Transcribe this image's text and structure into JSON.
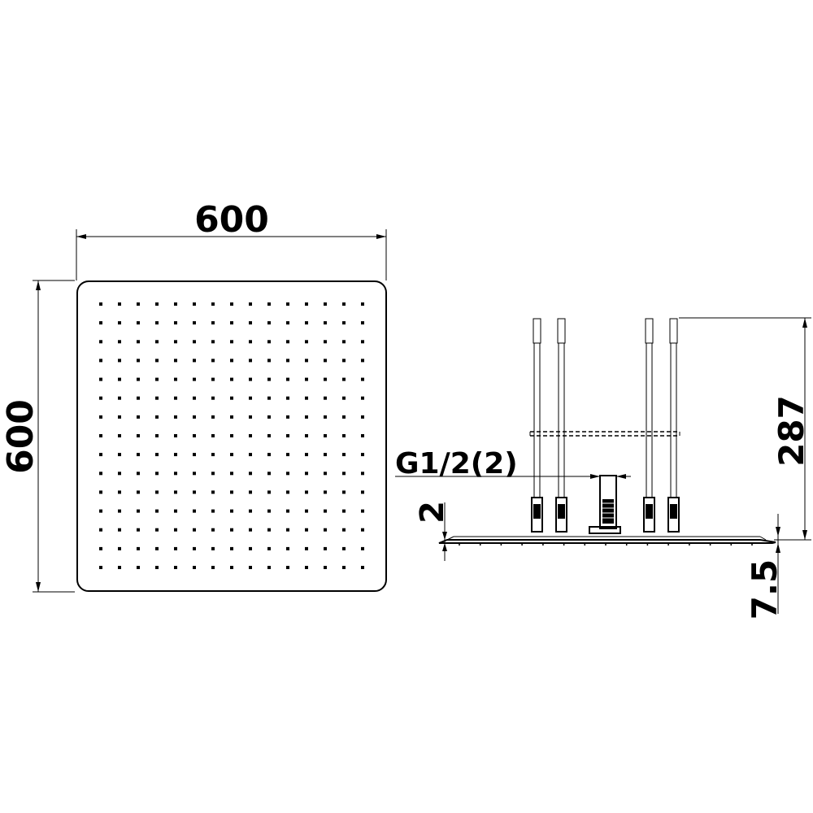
{
  "dimensions": {
    "top_width": "600",
    "top_height": "600",
    "rod_height": "287",
    "inlet_thread": "G1/2(2)",
    "plate_thickness": "2",
    "head_thickness": "7.5"
  },
  "nozzle_grid": {
    "rows": 15,
    "cols": 15
  }
}
